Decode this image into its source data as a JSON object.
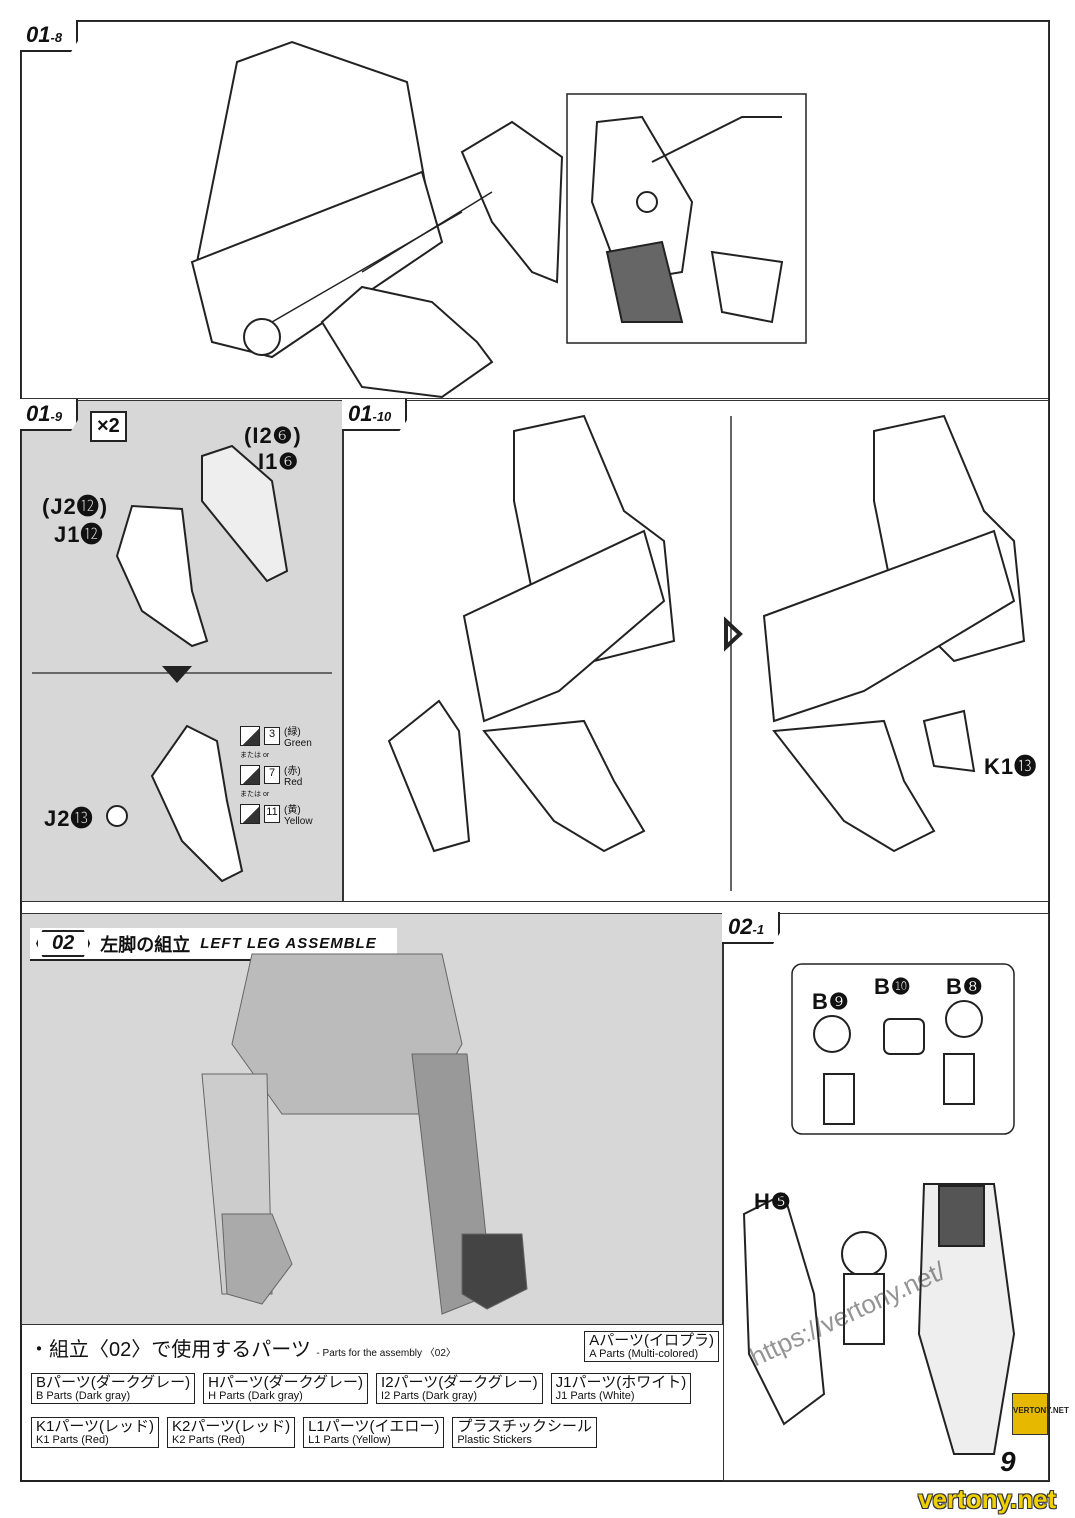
{
  "steps": {
    "s01_8": {
      "num": "01",
      "sub": "-8"
    },
    "s01_9": {
      "num": "01",
      "sub": "-9",
      "multiplier": "×2",
      "labels": {
        "i2": "(I2❻)",
        "i1": "I1❻",
        "j2": "(J2⓬)",
        "j1": "J1⓬",
        "j2b": "J2⓭"
      },
      "stickers": [
        {
          "no": "3",
          "jp": "(緑)",
          "en": "Green"
        },
        {
          "no": "7",
          "jp": "(赤)",
          "en": "Red"
        },
        {
          "no": "11",
          "jp": "(黄)",
          "en": "Yellow"
        }
      ],
      "or_label": "または or"
    },
    "s01_10": {
      "num": "01",
      "sub": "-10",
      "k1": "K1⓭"
    },
    "s02": {
      "num": "02",
      "title_jp": "左脚の組立",
      "title_en": "LEFT LEG ASSEMBLE"
    },
    "s02_1": {
      "num": "02",
      "sub": "-1",
      "labels": {
        "b9": "B❾",
        "b10": "B❿",
        "b8": "B❽",
        "h5": "H❺"
      }
    }
  },
  "parts_list": {
    "heading_jp": "・組立〈02〉で使用するパーツ",
    "heading_en": "- Parts for the assembly 〈02〉",
    "items": [
      {
        "jp": "Aパーツ(イロプラ)",
        "en": "A Parts (Multi-colored)"
      },
      {
        "jp": "Bパーツ(ダークグレー)",
        "en": "B Parts (Dark gray)"
      },
      {
        "jp": "Hパーツ(ダークグレー)",
        "en": "H Parts (Dark gray)"
      },
      {
        "jp": "I2パーツ(ダークグレー)",
        "en": "I2 Parts (Dark gray)"
      },
      {
        "jp": "J1パーツ(ホワイト)",
        "en": "J1 Parts (White)"
      },
      {
        "jp": "K1パーツ(レッド)",
        "en": "K1 Parts (Red)"
      },
      {
        "jp": "K2パーツ(レッド)",
        "en": "K2 Parts (Red)"
      },
      {
        "jp": "L1パーツ(イエロー)",
        "en": "L1 Parts (Yellow)"
      },
      {
        "jp": "プラスチックシール",
        "en": "Plastic Stickers"
      }
    ]
  },
  "page_number": "9",
  "watermark": {
    "url": "https://vertony.net/",
    "badge": "VERTONY.NET",
    "footer": "vertony.net"
  }
}
